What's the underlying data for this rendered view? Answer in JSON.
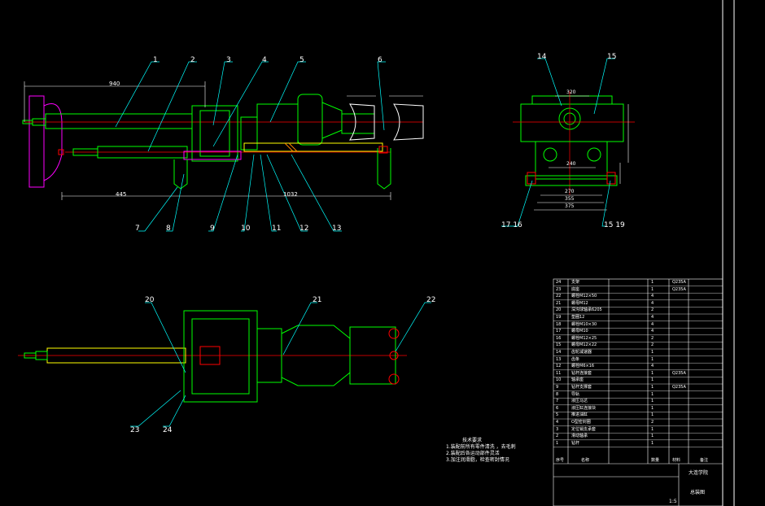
{
  "drawing": {
    "callouts": {
      "c1": "1",
      "c2": "2",
      "c3": "3",
      "c4": "4",
      "c5": "5",
      "c6": "6",
      "c7": "7",
      "c8": "8",
      "c9": "9",
      "c10": "10",
      "c11": "11",
      "c12": "12",
      "c13": "13",
      "c14": "14",
      "c15": "15",
      "c1716": "17 16",
      "c1519": "15 19",
      "c20": "20",
      "c21": "21",
      "c22": "22",
      "c23": "23",
      "c24": "24"
    },
    "dimensions": {
      "d_top_left": "940",
      "d_bottom_left": "445",
      "d_bottom_right": "1032",
      "d_front_top": "320",
      "d_front_mid": "240",
      "d_front_b1": "270",
      "d_front_b2": "355",
      "d_front_b3": "375"
    },
    "notes": {
      "title": "技术要求",
      "line1": "1.装配前所有零件清洗 ，去毛刺",
      "line2": "2.装配后各运动部件灵活",
      "line3": "3.加注润滑脂，检查密封情况"
    },
    "bom": [
      {
        "no": "24",
        "name": "支架",
        "qty": "1",
        "mat": "Q235A"
      },
      {
        "no": "23",
        "name": "底座",
        "qty": "1",
        "mat": "Q235A"
      },
      {
        "no": "22",
        "name": "螺栓M12×50",
        "qty": "4",
        "mat": ""
      },
      {
        "no": "21",
        "name": "螺母M12",
        "qty": "4",
        "mat": ""
      },
      {
        "no": "20",
        "name": "深沟球轴承6205",
        "qty": "2",
        "mat": ""
      },
      {
        "no": "19",
        "name": "垫圈12",
        "qty": "4",
        "mat": ""
      },
      {
        "no": "18",
        "name": "螺栓M10×30",
        "qty": "4",
        "mat": ""
      },
      {
        "no": "17",
        "name": "螺母M10",
        "qty": "4",
        "mat": ""
      },
      {
        "no": "16",
        "name": "螺栓M12×25",
        "qty": "2",
        "mat": ""
      },
      {
        "no": "15",
        "name": "螺母M12×22",
        "qty": "2",
        "mat": ""
      },
      {
        "no": "14",
        "name": "齿轮减速器",
        "qty": "1",
        "mat": ""
      },
      {
        "no": "13",
        "name": "齿条",
        "qty": "1",
        "mat": ""
      },
      {
        "no": "12",
        "name": "螺栓M6×16",
        "qty": "4",
        "mat": ""
      },
      {
        "no": "11",
        "name": "钻杆连接套",
        "qty": "1",
        "mat": "Q235A"
      },
      {
        "no": "10",
        "name": "轴承座",
        "qty": "1",
        "mat": ""
      },
      {
        "no": "9",
        "name": "钻杆支撑套",
        "qty": "1",
        "mat": "Q235A"
      },
      {
        "no": "8",
        "name": "导轨",
        "qty": "1",
        "mat": ""
      },
      {
        "no": "7",
        "name": "液压马达",
        "qty": "1",
        "mat": ""
      },
      {
        "no": "6",
        "name": "液压缸连接块",
        "qty": "1",
        "mat": ""
      },
      {
        "no": "5",
        "name": "推进油缸",
        "qty": "1",
        "mat": ""
      },
      {
        "no": "4",
        "name": "O型密封圈",
        "qty": "2",
        "mat": ""
      },
      {
        "no": "3",
        "name": "定位销支承套",
        "qty": "1",
        "mat": ""
      },
      {
        "no": "2",
        "name": "滑动轴承",
        "qty": "1",
        "mat": ""
      },
      {
        "no": "1",
        "name": "钻杆",
        "qty": "1",
        "mat": ""
      }
    ],
    "bom_header": {
      "no": "序号",
      "name": "名称",
      "qty": "数量",
      "mat": "材料",
      "note": "备注"
    },
    "title_block": {
      "school": "大连学院",
      "drawing_name": "总装图",
      "scale": "1:5"
    },
    "colors": {
      "green": "#00ff00",
      "yellow": "#ffff00",
      "cyan": "#00ffff",
      "red": "#ff0000",
      "magenta": "#ff00ff",
      "white": "#ffffff",
      "orange": "#ff8000"
    }
  }
}
